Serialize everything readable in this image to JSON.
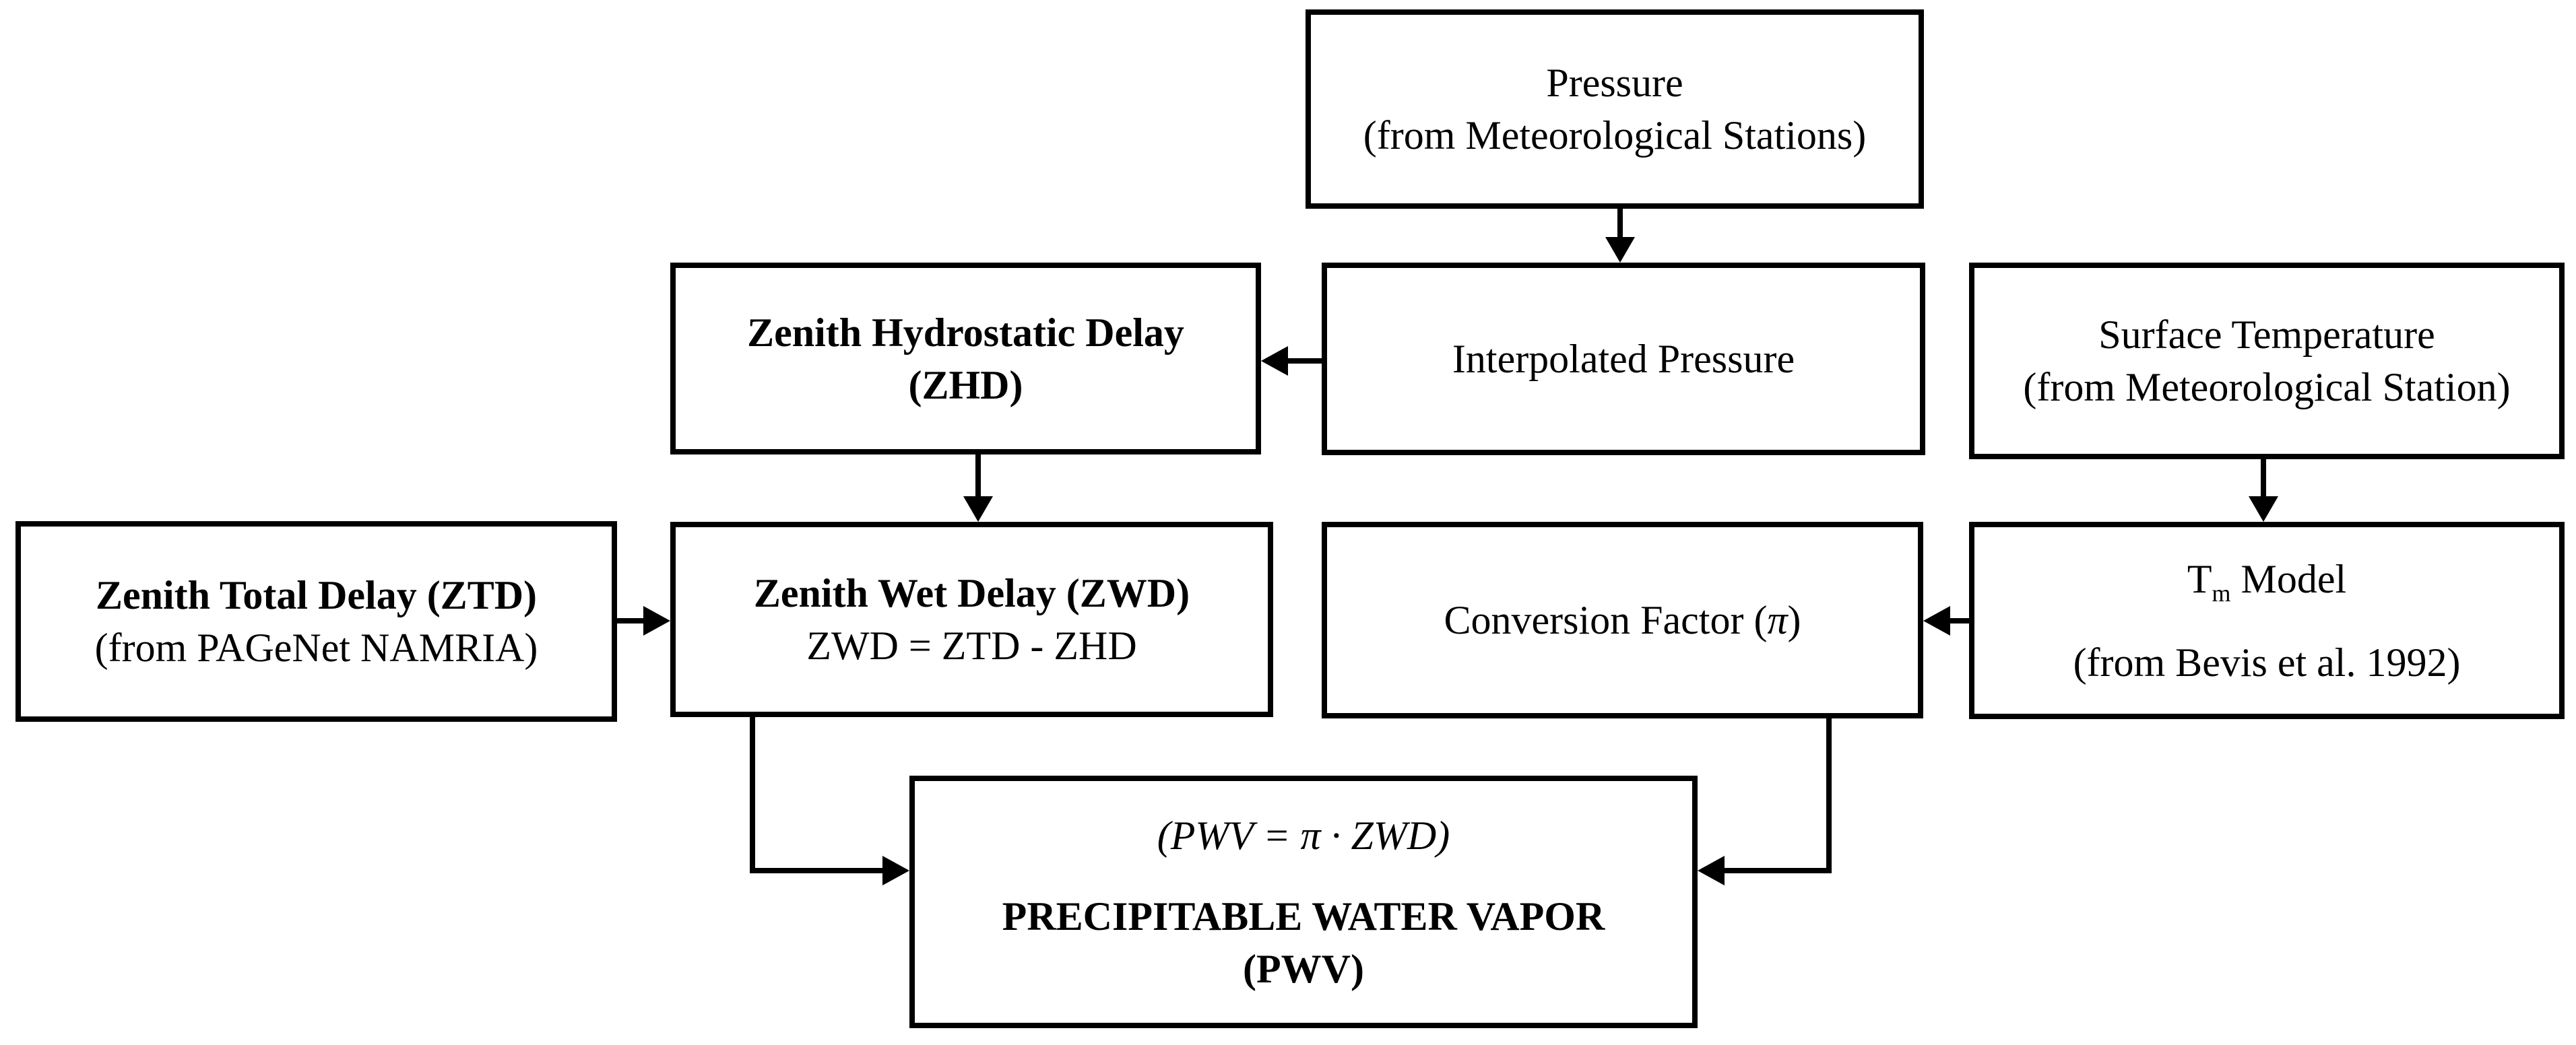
{
  "diagram": {
    "colors": {
      "line": "#000000",
      "background": "#ffffff",
      "text": "#000000"
    },
    "nodes": {
      "pressure": {
        "line1": "Pressure",
        "line2": "(from Meteorological Stations)"
      },
      "zhd": {
        "line1": "Zenith Hydrostatic Delay",
        "line2": "(ZHD)"
      },
      "interpolated_pressure": {
        "line1": "Interpolated Pressure"
      },
      "surface_temperature": {
        "line1": "Surface Temperature",
        "line2": "(from Meteorological Station)"
      },
      "ztd": {
        "line1": "Zenith Total Delay (ZTD)",
        "line2": "(from PAGeNet NAMRIA)"
      },
      "zwd": {
        "line1": "Zenith Wet Delay (ZWD)",
        "line2": "ZWD = ZTD - ZHD"
      },
      "conversion_factor": {
        "prefix": "Conversion Factor (",
        "pi": "π",
        "suffix": ")"
      },
      "tm_model": {
        "t": "T",
        "sub": "m",
        "rest": " Model",
        "line2": "(from Bevis et al. 1992)"
      },
      "pwv": {
        "formula": "(PWV = π · ZWD)",
        "line1": "PRECIPITABLE WATER VAPOR",
        "line2": "(PWV)"
      }
    }
  }
}
